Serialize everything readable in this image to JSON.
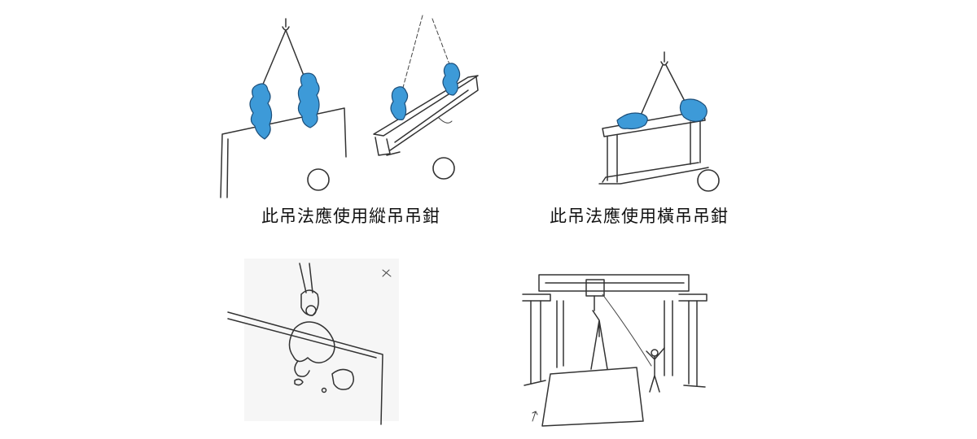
{
  "captions": {
    "vertical": "此吊法應使用縱吊吊鉗",
    "horizontal": "此吊法應使用橫吊吊鉗"
  },
  "colors": {
    "clamp": "#3d9ad8",
    "line": "#333333"
  },
  "icons": [
    "circle-ok-mark",
    "lifting-clamp",
    "lifting-hook",
    "overhead-crane",
    "signal-worker"
  ]
}
